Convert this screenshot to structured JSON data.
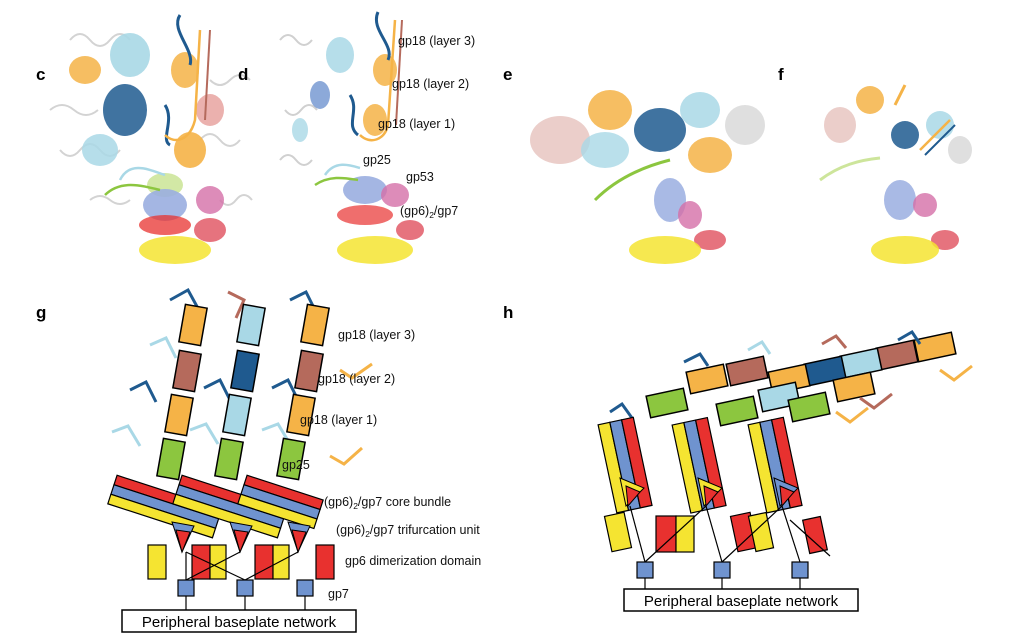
{
  "panels": {
    "c": "c",
    "d": "d",
    "e": "e",
    "f": "f",
    "g": "g",
    "h": "h"
  },
  "labels_d": {
    "gp18_layer3": "gp18 (layer 3)",
    "gp18_layer2": "gp18 (layer 2)",
    "gp18_layer1": "gp18 (layer 1)",
    "gp25": "gp25",
    "gp53": "gp53",
    "gp6gp7_pre": "(gp6)",
    "gp6gp7_sub": "2",
    "gp6gp7_post": "/gp7"
  },
  "labels_g": {
    "gp18_layer3": "gp18 (layer 3)",
    "gp18_layer2": "gp18 (layer 2)",
    "gp18_layer1": "gp18 (layer 1)",
    "gp25": "gp25",
    "core_pre": "(gp6)",
    "core_sub": "2",
    "core_post": "/gp7 core bundle",
    "tri_pre": "(gp6)",
    "tri_sub": "2",
    "tri_post": "/gp7 trifurcation unit",
    "dimer": "gp6 dimerization domain",
    "gp7": "gp7",
    "network": "Peripheral baseplate network"
  },
  "labels_h": {
    "network": "Peripheral baseplate network"
  },
  "colors": {
    "dark_blue": "#1f5a8f",
    "light_blue": "#a9d8e6",
    "orange": "#f5b347",
    "brown": "#b56a5c",
    "green": "#8cc63f",
    "yellow": "#f5e431",
    "red": "#e8312f",
    "mid_blue": "#6f93cf",
    "grey": "#c8c8c8"
  }
}
